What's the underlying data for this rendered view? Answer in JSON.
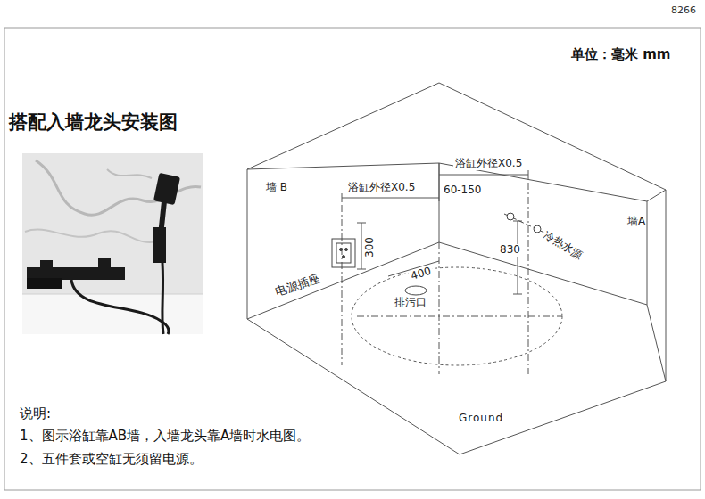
{
  "diagram": {
    "title": "搭配入墙龙头安装图",
    "labels": [
      "8266",
      "单位：毫米 mm",
      "墙 B",
      "浴缸外径X0.5",
      "浴缸外径X0.5",
      "60-150",
      "墙A",
      "冷热水源",
      "830",
      "300",
      "电源插座",
      "400",
      "排污口",
      "Ground",
      "说明:",
      "1、图示浴缸靠AB墙，入墙龙头靠A墙时水电图。",
      "2、五件套或空缸无须留电源。"
    ]
  }
}
